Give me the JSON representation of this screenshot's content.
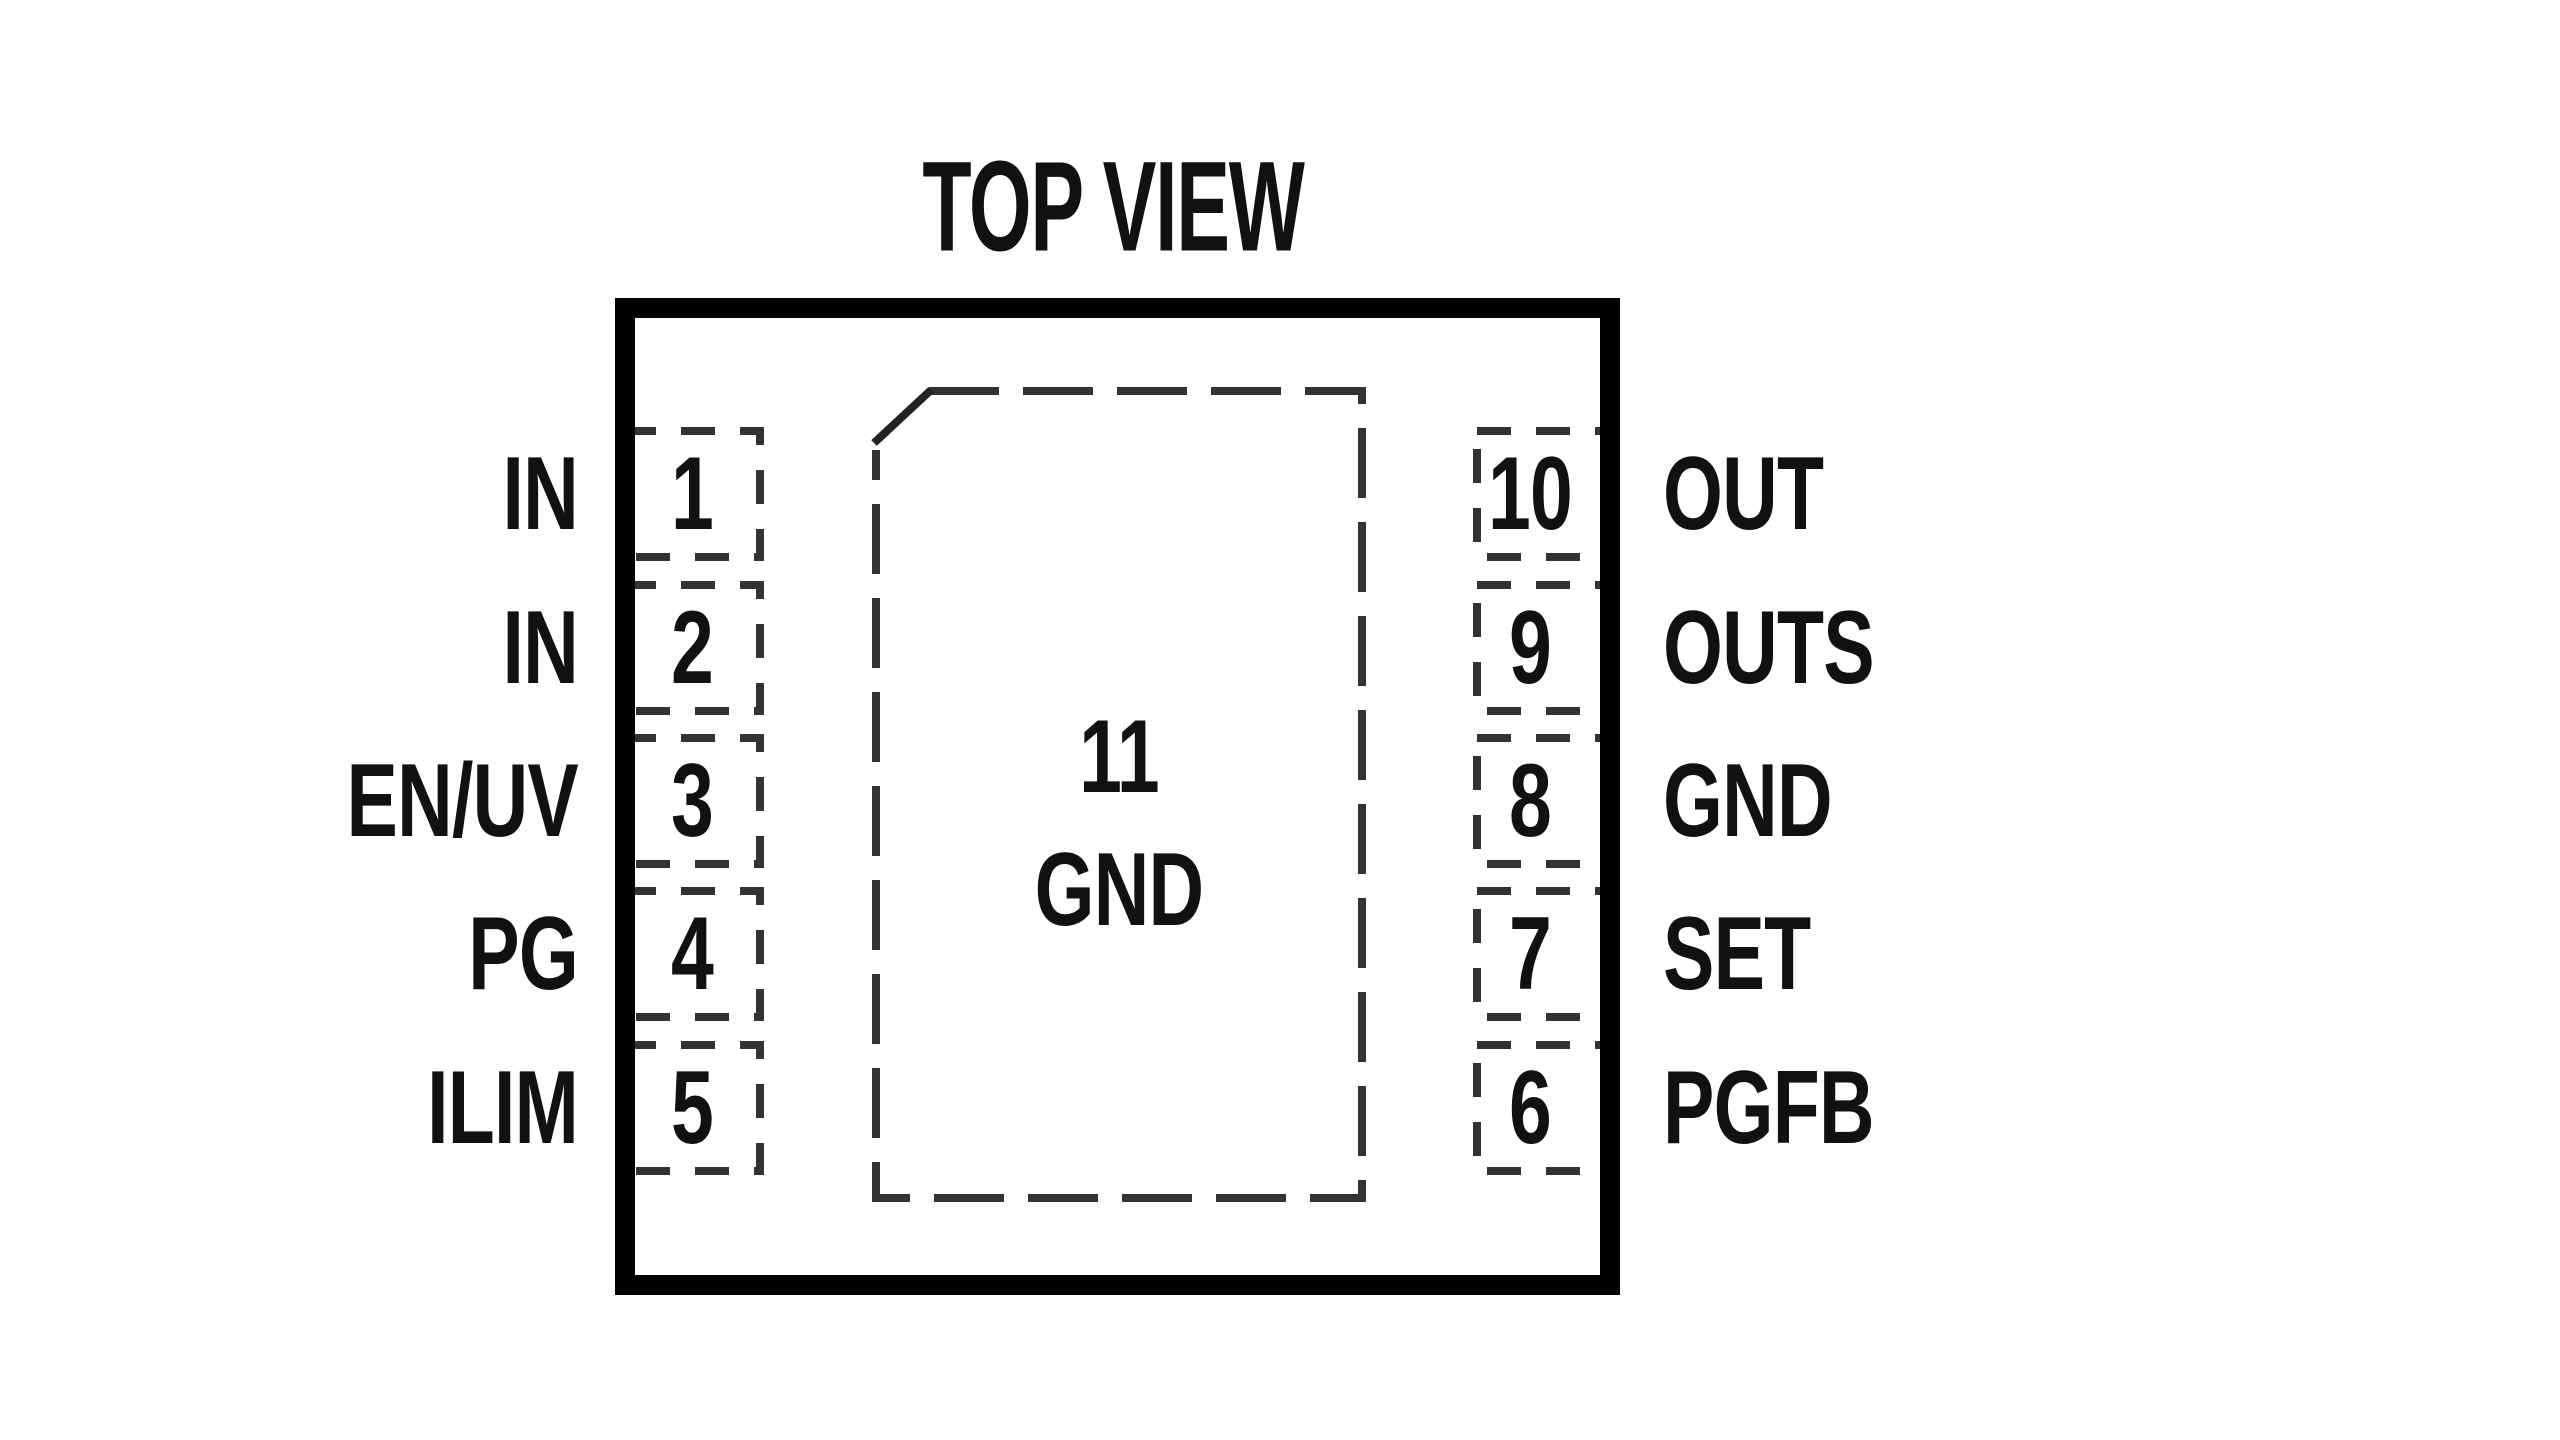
{
  "title": "TOP VIEW",
  "pins": {
    "left": [
      {
        "number": "1",
        "label": "IN"
      },
      {
        "number": "2",
        "label": "IN"
      },
      {
        "number": "3",
        "label": "EN/UV"
      },
      {
        "number": "4",
        "label": "PG"
      },
      {
        "number": "5",
        "label": "ILIM"
      }
    ],
    "right": [
      {
        "number": "10",
        "label": "OUT"
      },
      {
        "number": "9",
        "label": "OUTS"
      },
      {
        "number": "8",
        "label": "GND"
      },
      {
        "number": "7",
        "label": "SET"
      },
      {
        "number": "6",
        "label": "PGFB"
      }
    ],
    "exposed_pad": {
      "number": "11",
      "label": "GND"
    }
  },
  "colors": {
    "ink": "#111111",
    "package_outline": "#000000",
    "dashed_lines": "#333333",
    "background": "#ffffff"
  }
}
